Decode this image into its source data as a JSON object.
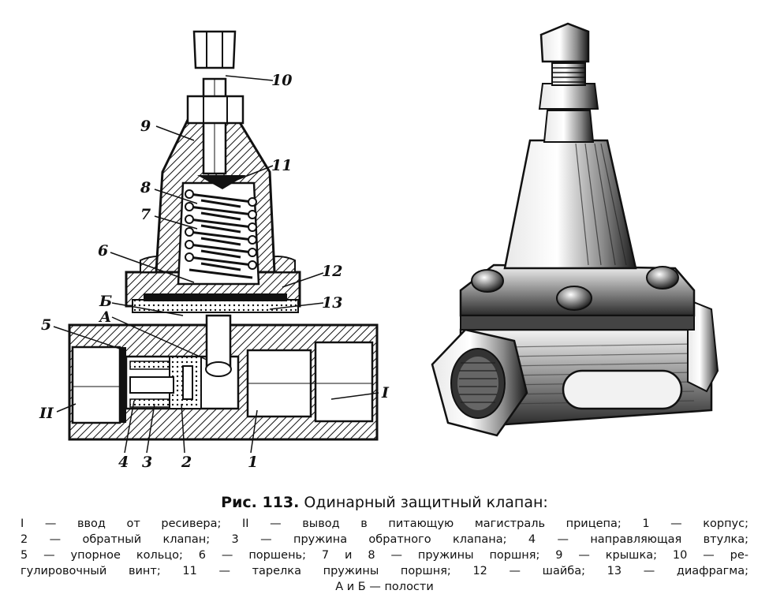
{
  "figure": {
    "callouts": [
      "10",
      "9",
      "11",
      "8",
      "7",
      "6",
      "12",
      "Б",
      "13",
      "А",
      "5",
      "II",
      "I",
      "4",
      "3",
      "2",
      "1"
    ]
  },
  "caption": {
    "prefix": "Рис. 113.",
    "title": " Одинарный защитный клапан:"
  },
  "legend": {
    "lines": [
      "I — ввод от ресивера; II — вывод в питающую магистраль прицепа; 1 — корпус;",
      "2 — обратный клапан; 3 — пружина обратного клапана; 4 — направляющая втулка;",
      "5 — упорное кольцо; 6 — поршень; 7 и 8 — пружины поршня; 9 — крышка; 10 — ре-",
      "гулировочный винт; 11 — тарелка пружины поршня; 12 — шайба; 13 — диафрагма;",
      "А и Б — полости"
    ]
  }
}
